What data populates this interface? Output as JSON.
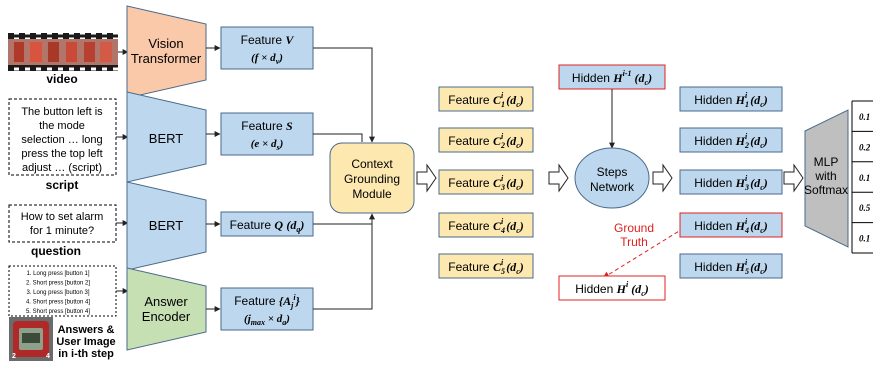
{
  "inputs": {
    "video_label": "video",
    "script_text": [
      "The button left is",
      "the mode",
      "selection … long",
      "press the top left",
      "adjust … (script)"
    ],
    "script_label": "script",
    "question_text": [
      "How to set alarm",
      "for 1 minute?"
    ],
    "question_label": "question",
    "answers_list": [
      "1. Long press [button 1]",
      "2. Short press [button 2]",
      "3. Long press [button 3]",
      "4. Short press [button 4]",
      "5. Short press [button 4]"
    ],
    "answers_label": [
      "Answers &",
      "User Image",
      "in i-th step"
    ],
    "image_corner_marks": [
      "2",
      "4"
    ]
  },
  "encoders": {
    "vision": [
      "Vision",
      "Transformer"
    ],
    "bert_script": "BERT",
    "bert_question": "BERT",
    "answer": [
      "Answer",
      "Encoder"
    ]
  },
  "features": {
    "v": {
      "name": "Feature",
      "sym": "V",
      "dims": "(f × d_v)"
    },
    "s": {
      "name": "Feature",
      "sym": "S",
      "dims": "(e × d_s)"
    },
    "q": {
      "name": "Feature",
      "sym": "Q",
      "dims": "(d_q)"
    },
    "a": {
      "name": "Feature",
      "sym": "{A_j^i}",
      "dims": "(j_max × d_a)"
    }
  },
  "cgm": [
    "Context",
    "Grounding",
    "Module"
  ],
  "c_features": [
    {
      "name": "Feature",
      "sym": "C",
      "sub": "1",
      "sup": "i",
      "dim": "d_c"
    },
    {
      "name": "Feature",
      "sym": "C",
      "sub": "2",
      "sup": "i",
      "dim": "d_c"
    },
    {
      "name": "Feature",
      "sym": "C",
      "sub": "3",
      "sup": "i",
      "dim": "d_c"
    },
    {
      "name": "Feature",
      "sym": "C",
      "sub": "4",
      "sup": "i",
      "dim": "d_c"
    },
    {
      "name": "Feature",
      "sym": "C",
      "sub": "5",
      "sup": "i",
      "dim": "d_c"
    }
  ],
  "hidden_prev": {
    "name": "Hidden",
    "sym": "H",
    "sup": "i-1",
    "dim": "d_c"
  },
  "steps_network": [
    "Steps",
    "Network"
  ],
  "hidden_gt": {
    "name": "Hidden",
    "sym": "H",
    "sup": "i",
    "dim": "d_c"
  },
  "ground_truth": [
    "Ground",
    "Truth"
  ],
  "h_features": [
    {
      "name": "Hidden",
      "sym": "H",
      "sub": "1",
      "sup": "i",
      "dim": "d_c"
    },
    {
      "name": "Hidden",
      "sym": "H",
      "sub": "2",
      "sup": "i",
      "dim": "d_c"
    },
    {
      "name": "Hidden",
      "sym": "H",
      "sub": "3",
      "sup": "i",
      "dim": "d_c"
    },
    {
      "name": "Hidden",
      "sym": "H",
      "sub": "4",
      "sup": "i",
      "dim": "d_c"
    },
    {
      "name": "Hidden",
      "sym": "H",
      "sub": "5",
      "sup": "i",
      "dim": "d_c"
    }
  ],
  "mlp": [
    "MLP",
    "with",
    "Softmax"
  ],
  "output_scores": [
    "0.1",
    "0.2",
    "0.1",
    "0.5",
    "0.1"
  ],
  "colors": {
    "vision": "#f9c9a9",
    "bert": "#bdd7ee",
    "answer": "#c6e0b4",
    "feature": "#bdd7ee",
    "c_feature": "#fde9b0",
    "cgm": "#fde9b0",
    "steps": "#bdd7ee",
    "mlp": "#bfbfbf",
    "red": "#e02020",
    "box_border": "#4a6a8a"
  }
}
